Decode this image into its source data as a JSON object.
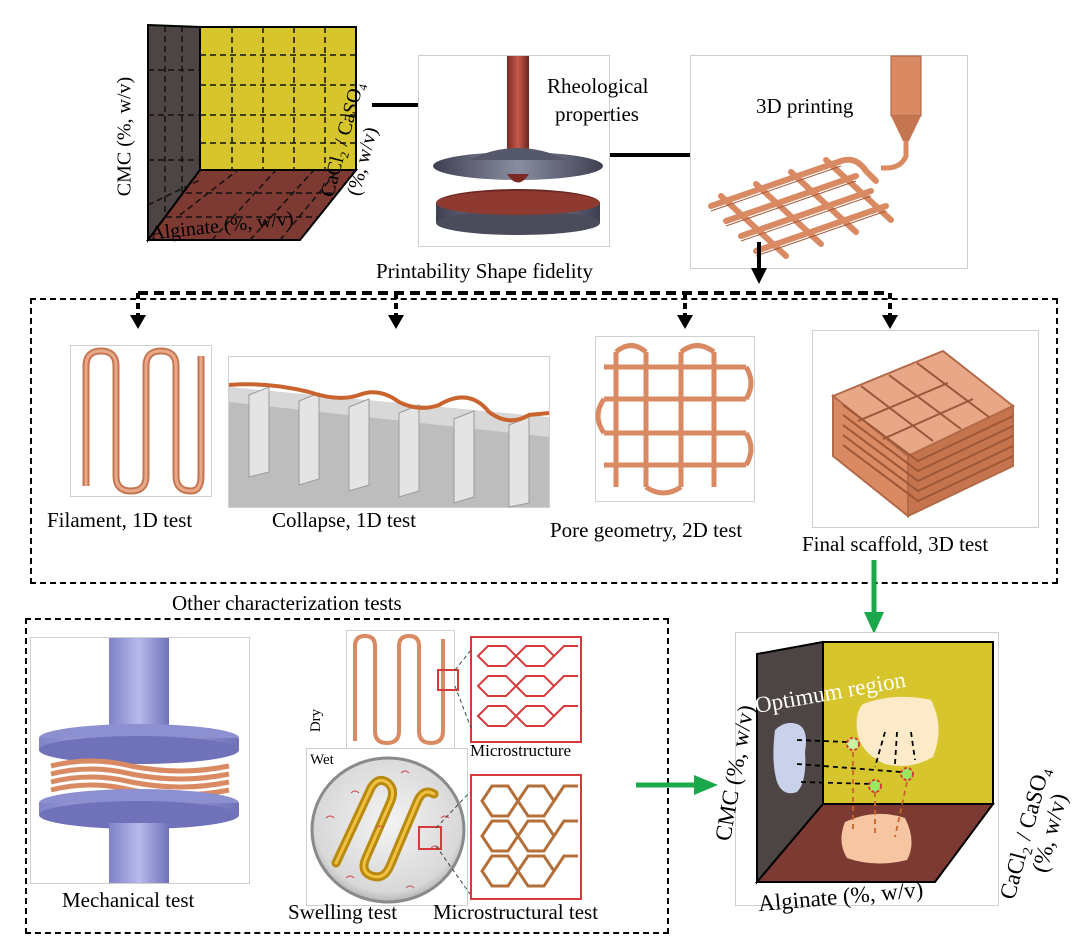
{
  "top": {
    "cube": {
      "ylabel": "CMC (%, w/v)",
      "xlabel": "Alginate (%, w/v)",
      "zlabel_line1": "CaCl₂ / CaSO₄",
      "zlabel_line2": "(%, w/v)"
    },
    "rheology_label_line1": "Rheological",
    "rheology_label_line2": "properties",
    "printing_label": "3D printing",
    "printability_label": "Printability  Shape fidelity"
  },
  "tests": {
    "filament": "Filament, 1D test",
    "collapse": "Collapse, 1D test",
    "pore": "Pore geometry, 2D test",
    "scaffold": "Final scaffold, 3D test"
  },
  "other": {
    "title": "Other characterization tests",
    "mechanical": "Mechanical  test",
    "dry": "Dry",
    "wet": "Wet",
    "microstructure": "Microstructure",
    "swelling": "Swelling test",
    "microstructural": "Microstructural test"
  },
  "result": {
    "optimum": "Optimum region",
    "ylabel": "CMC (%, w/v)",
    "xlabel": "Alginate (%, w/v)",
    "zlabel_line1": "CaCl₂ / CaSO₄",
    "zlabel_line2": "(%, w/v)"
  },
  "colors": {
    "copper": "#d98a62",
    "yellow_wall": "#d7c52e",
    "dark_wall": "#4d4544",
    "red_floor": "#7d3a32",
    "arrow_green": "#1aa84a",
    "micro_red": "#d63b3b"
  }
}
